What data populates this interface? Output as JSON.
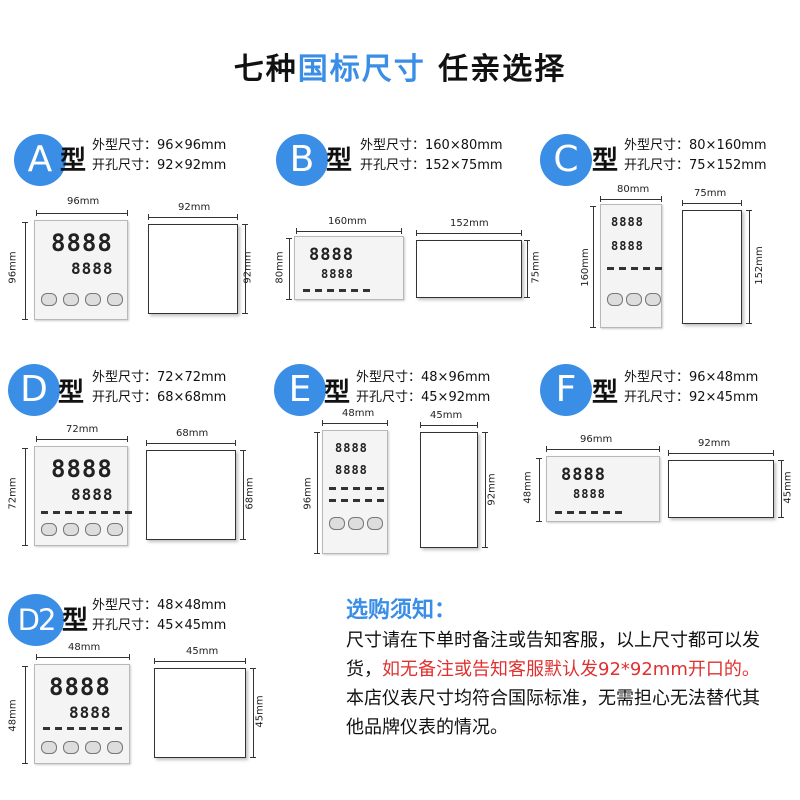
{
  "title": {
    "part1": "七种",
    "part2": "国标尺寸",
    "part3": " 任亲选择"
  },
  "outer_label": "外型尺寸：",
  "cutout_label": "开孔尺寸：",
  "type_char": "型",
  "models": [
    {
      "letter": "A",
      "outer": "96×96mm",
      "cut": "92×92mm",
      "w": "96mm",
      "h": "96mm",
      "cw": "92mm",
      "ch": "92mm"
    },
    {
      "letter": "B",
      "outer": "160×80mm",
      "cut": "152×75mm",
      "w": "160mm",
      "h": "80mm",
      "cw": "152mm",
      "ch": "75mm"
    },
    {
      "letter": "C",
      "outer": "80×160mm",
      "cut": "75×152mm",
      "w": "80mm",
      "h": "160mm",
      "cw": "75mm",
      "ch": "152mm"
    },
    {
      "letter": "D",
      "outer": "72×72mm",
      "cut": "68×68mm",
      "w": "72mm",
      "h": "72mm",
      "cw": "68mm",
      "ch": "68mm"
    },
    {
      "letter": "E",
      "outer": "48×96mm",
      "cut": "45×92mm",
      "w": "48mm",
      "h": "96mm",
      "cw": "45mm",
      "ch": "92mm"
    },
    {
      "letter": "F",
      "outer": "96×48mm",
      "cut": "92×45mm",
      "w": "96mm",
      "h": "48mm",
      "cw": "92mm",
      "ch": "45mm"
    },
    {
      "letter": "D2",
      "outer": "48×48mm",
      "cut": "45×45mm",
      "w": "48mm",
      "h": "48mm",
      "cw": "45mm",
      "ch": "45mm"
    }
  ],
  "lcd": {
    "pv": "8888",
    "sv": "8888"
  },
  "notice": {
    "title": "选购须知：",
    "text1": "尺寸请在下单时备注或告知客服，以上尺寸都可以发货，",
    "text_red": "如无备注或告知客服默认发92*92mm开口的。",
    "text2": "本店仪表尺寸均符合国际标准，无需担心无法替代其他品牌仪表的情况。"
  }
}
